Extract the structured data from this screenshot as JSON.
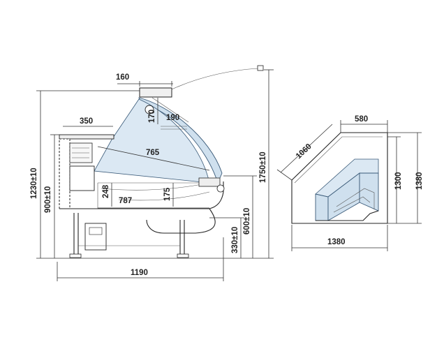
{
  "dimensions": {
    "top_canopy": "160",
    "shelf_depth": "350",
    "light_height": "170",
    "light_depth": "190",
    "glass_length": "765",
    "height_total": "1230±10",
    "height_counter": "900±10",
    "inner_height": "248",
    "inner_depth": "787",
    "front_height": "175",
    "open_height": "1750±10",
    "base_height": "600±10",
    "plinth_height": "330±10",
    "overall_depth": "1190",
    "corner_diag": "1060",
    "corner_top": "580",
    "corner_height_inner": "1300",
    "corner_height_outer": "1380",
    "corner_width": "1380"
  },
  "colors": {
    "glass": "#cfe0ee",
    "glass_edge": "#3a5a78",
    "line": "#333333"
  }
}
